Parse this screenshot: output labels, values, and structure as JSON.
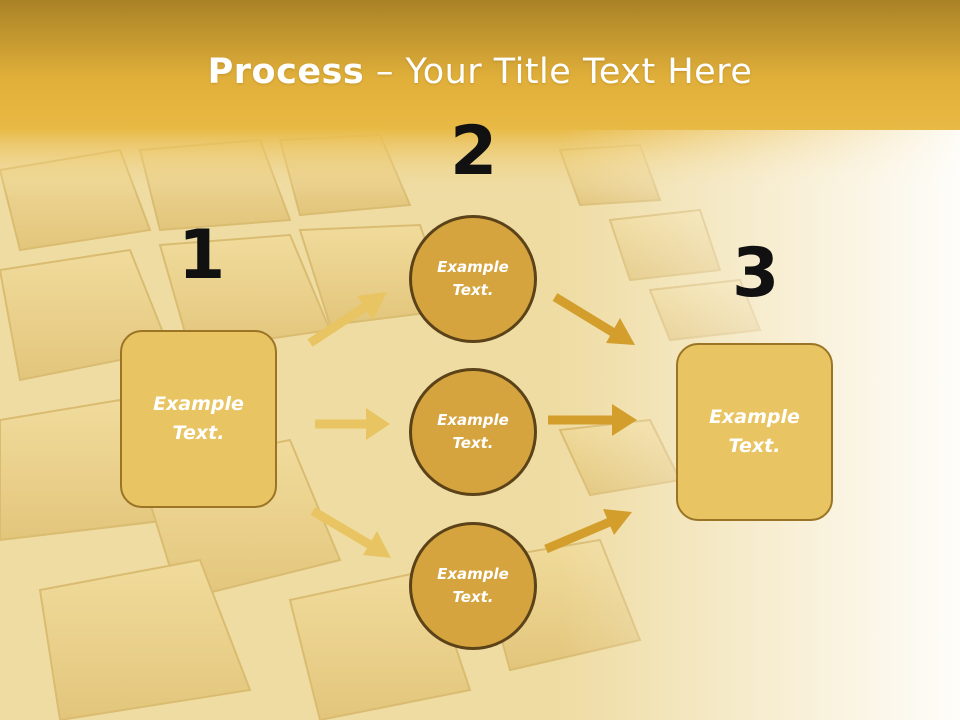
{
  "title": {
    "bold": "Process",
    "rest": " – Your Title Text Here"
  },
  "steps": [
    {
      "number": "1",
      "box_text": "Example\nText."
    },
    {
      "number": "2",
      "circles": [
        "Example\nText.",
        "Example\nText.",
        "Example\nText."
      ]
    },
    {
      "number": "3",
      "box_text": "Example\nText."
    }
  ],
  "colors": {
    "header_gold": "#b58f2c",
    "box_fill": "#e8c462",
    "circle_fill": "#d5a43e",
    "arrow_light": "#e8c462",
    "arrow_dark": "#d39e2c"
  }
}
